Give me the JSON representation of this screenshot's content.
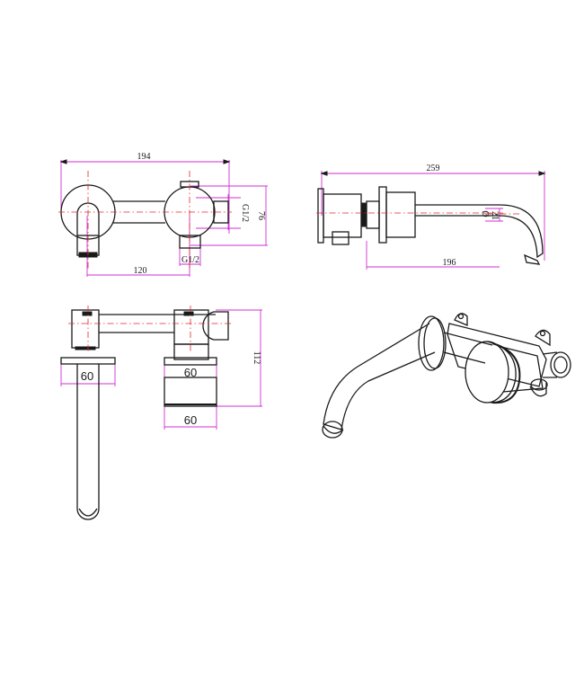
{
  "colors": {
    "outline": "#1a1a1a",
    "centerline": "#e0282d",
    "dimension": "#d22fd2",
    "background": "#ffffff"
  },
  "front_view": {
    "overall_width": "194",
    "spout_to_valve": "120",
    "height": "76",
    "thread_right": "G1/2",
    "thread_bottom": "G1/2"
  },
  "side_view": {
    "overall_length": "259",
    "spout_reach": "196",
    "outlet_diameter": "21",
    "diameter_symbol": "Ø"
  },
  "top_view": {
    "left_flange": "60",
    "right_flange": "60",
    "handle_width": "60",
    "depth": "112"
  }
}
